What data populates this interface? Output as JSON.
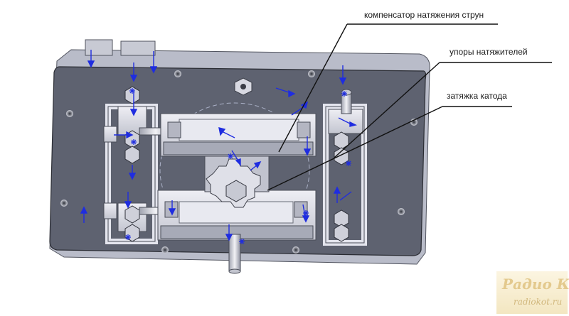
{
  "labels": {
    "compensator": "компенсатор натяжения струн",
    "tensioner_stops": "упоры натяжителей",
    "cathode_tightening": "затяжка катода"
  },
  "watermark": {
    "title": "Радио КОТ",
    "url": "radiokot.ru"
  },
  "colors": {
    "base_plate": "#5e6270",
    "plate_edge": "#b9bcc9",
    "part_face": "#dcdde6",
    "part_shadow": "#9ea1ae",
    "annotation_blue": "#1f2de0",
    "leader": "#111111"
  }
}
